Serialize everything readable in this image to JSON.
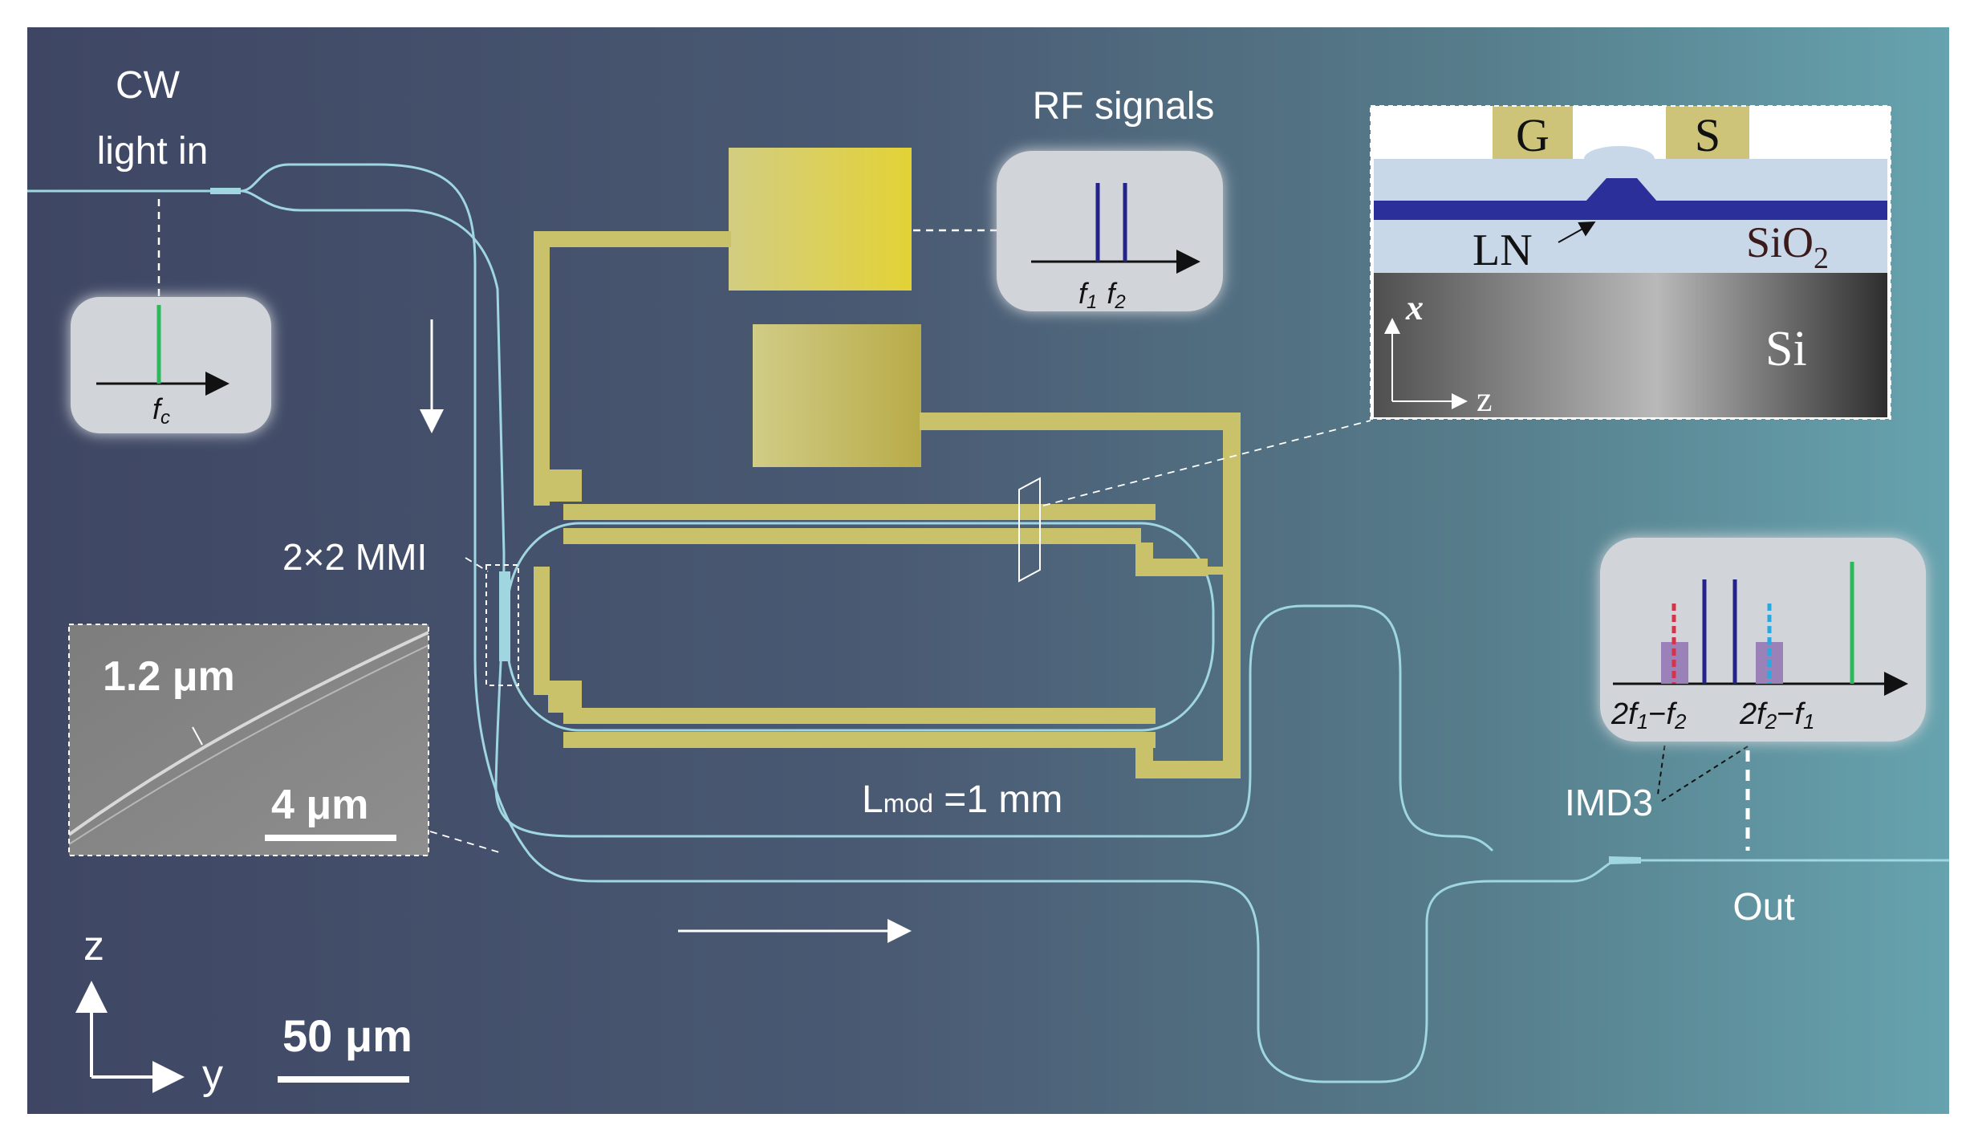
{
  "labels": {
    "cw_line1": "CW",
    "cw_line2": "light in",
    "rf_signals": "RF signals",
    "mmi": "2×2 MMI",
    "lmod_L": "L",
    "lmod_sub": "mod",
    "lmod_rest": " =1 mm",
    "imd3": "IMD3",
    "out": "Out",
    "sem_width": "1.2 μm",
    "sem_scale": "4 μm",
    "main_scale": "50 μm",
    "axis_z": "z",
    "axis_y": "y"
  },
  "insets": {
    "input_spectrum": {
      "f": "f",
      "sub": "c",
      "line_color": "#2eb85c"
    },
    "rf_spectrum": {
      "f1": "f",
      "f1_sub": "1",
      "f2": "f",
      "f2_sub": "2",
      "line_color": "#24238a"
    },
    "output_spectrum": {
      "left_f1": "2f",
      "left_f1_sub": "1",
      "left_minus": "−",
      "left_f2": "f",
      "left_f2_sub": "2",
      "right_f1": "2f",
      "right_f1_sub": "2",
      "right_minus": "−",
      "right_f2": "f",
      "right_f2_sub": "1",
      "imd_left_color": "#d6334a",
      "imd_right_color": "#2aa8e0",
      "tone_color": "#24238a",
      "carrier_color": "#2eb85c"
    },
    "cross_section": {
      "g": "G",
      "s": "S",
      "ln": "LN",
      "sio2": "SiO",
      "sio2_sub": "2",
      "si": "Si",
      "x": "x",
      "z": "z"
    }
  },
  "colors": {
    "bg_left": "#3d4866",
    "bg_right": "#64a2ad",
    "waveguide": "#9fd6e0",
    "electrode": "#c9c26a",
    "ln_film": "#2a2f9a"
  }
}
